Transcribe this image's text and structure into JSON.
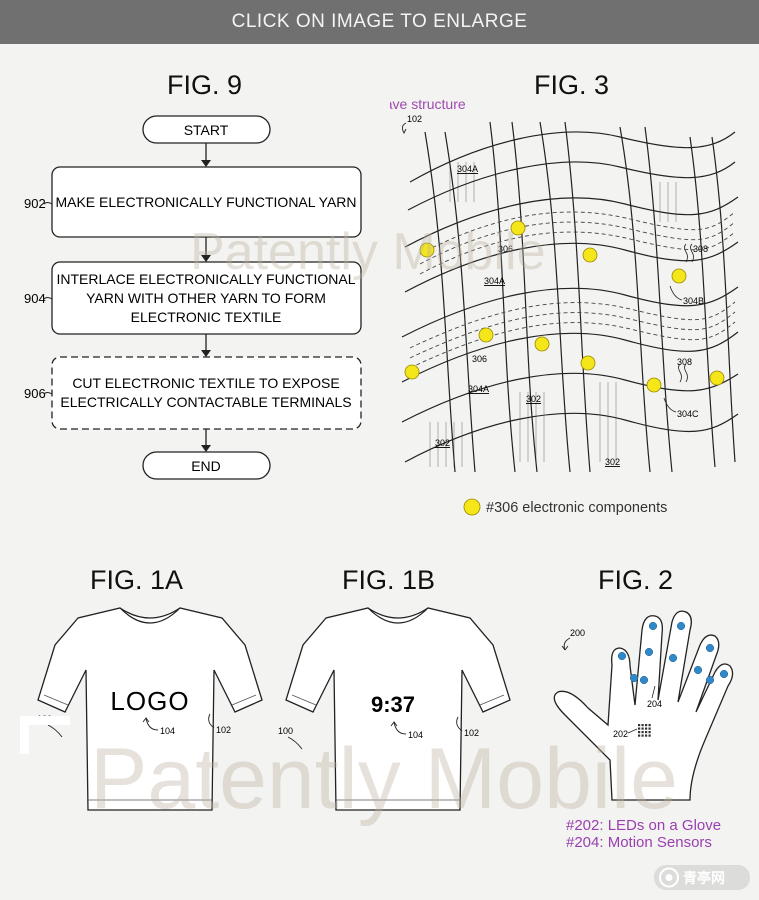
{
  "banner": {
    "text": "CLICK ON IMAGE TO ENLARGE"
  },
  "fig9": {
    "title": "FIG. 9",
    "start": "START",
    "end": "END",
    "steps": [
      {
        "ref": "902",
        "lines": [
          "MAKE ELECTRONICALLY FUNCTIONAL YARN"
        ]
      },
      {
        "ref": "904",
        "lines": [
          "INTERLACE ELECTRONICALLY FUNCTIONAL",
          "YARN WITH OTHER YARN TO FORM",
          "ELECTRONIC TEXTILE"
        ]
      },
      {
        "ref": "906",
        "lines": [
          "CUT ELECTRONIC TEXTILE TO EXPOSE",
          "ELECTRICALLY CONTACTABLE TERMINALS"
        ]
      }
    ]
  },
  "fig3": {
    "title": "FIG. 3",
    "weave_label": "Weave structure",
    "ref_102": "102",
    "labels": {
      "l304a_1": "304A",
      "l304a_2": "304A",
      "l304a_3": "304A",
      "l304b": "304B",
      "l304c": "304C",
      "l308_1": "308",
      "l308_2": "308",
      "l306_1": "306",
      "l306_2": "306",
      "l302_1": "302",
      "l302_2": "302",
      "l302_3": "302"
    },
    "legend": "#306 electronic components",
    "component_color": "#f5e61a"
  },
  "fig1a": {
    "title": "FIG. 1A",
    "logo": "LOGO",
    "ref_100": "100",
    "ref_102": "102",
    "ref_104": "104"
  },
  "fig1b": {
    "title": "FIG. 1B",
    "time": "9:37",
    "ref_100": "100",
    "ref_102": "102",
    "ref_104": "104"
  },
  "fig2": {
    "title": "FIG. 2",
    "ref_200": "200",
    "ref_202": "202",
    "ref_204": "204",
    "captions": [
      "#202: LEDs on a Glove",
      "#204: Motion Sensors"
    ],
    "sensor_color": "#2f88c8"
  },
  "watermarks": {
    "top": "Patently Mobile",
    "bottom": "Patently Mobile"
  },
  "badge": {
    "text": "青亭网"
  }
}
